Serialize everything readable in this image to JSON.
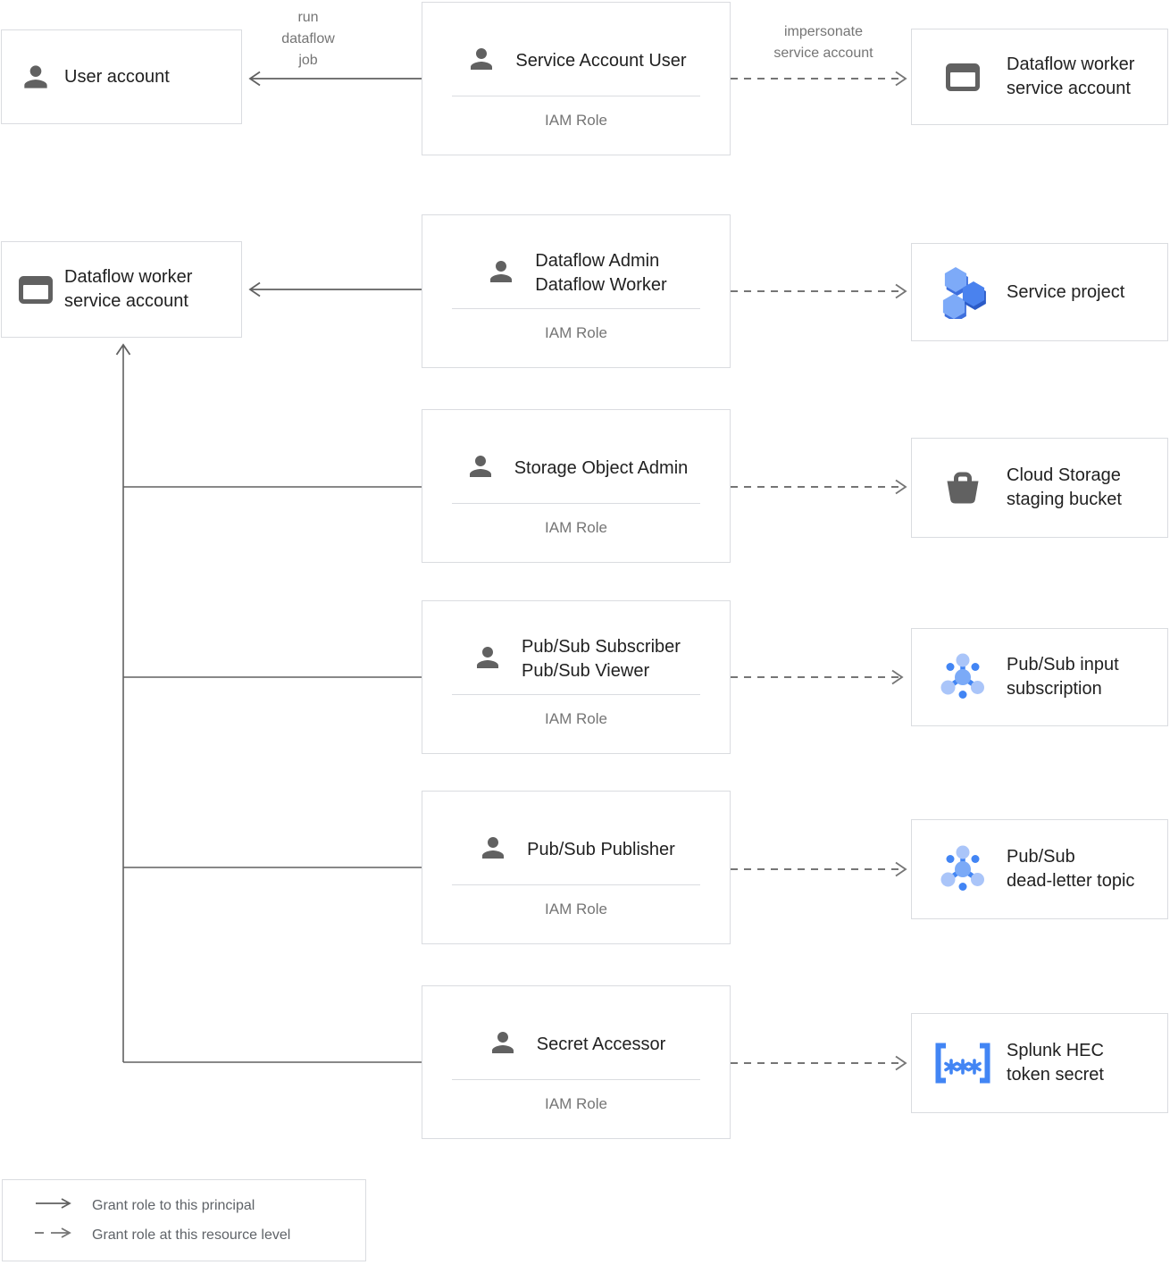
{
  "nodes": {
    "user_account": {
      "lines": [
        "User account",
        ""
      ]
    },
    "dataflow_worker_sa": {
      "lines": [
        "Dataflow worker",
        "service account"
      ]
    }
  },
  "roles": [
    {
      "lines": [
        "Service Account User",
        ""
      ],
      "sub": "IAM Role"
    },
    {
      "lines": [
        "Dataflow Admin",
        "Dataflow Worker"
      ],
      "sub": "IAM Role"
    },
    {
      "lines": [
        "Storage Object Admin",
        ""
      ],
      "sub": "IAM Role"
    },
    {
      "lines": [
        "Pub/Sub Subscriber",
        "Pub/Sub Viewer"
      ],
      "sub": "IAM Role"
    },
    {
      "lines": [
        "Pub/Sub Publisher",
        ""
      ],
      "sub": "IAM Role"
    },
    {
      "lines": [
        "Secret Accessor",
        ""
      ],
      "sub": "IAM Role"
    }
  ],
  "resources": [
    {
      "lines": [
        "Dataflow worker",
        "service account"
      ],
      "icon": "service-account-icon"
    },
    {
      "lines": [
        "Service project",
        ""
      ],
      "icon": "project-icon"
    },
    {
      "lines": [
        "Cloud Storage",
        "staging bucket"
      ],
      "icon": "bucket-icon"
    },
    {
      "lines": [
        "Pub/Sub input",
        "subscription"
      ],
      "icon": "pubsub-icon"
    },
    {
      "lines": [
        "Pub/Sub",
        "dead-letter topic"
      ],
      "icon": "pubsub-icon"
    },
    {
      "lines": [
        "Splunk HEC",
        "token secret"
      ],
      "icon": "secret-icon"
    }
  ],
  "edge_labels": {
    "run_dataflow_job": {
      "lines": [
        "run",
        "dataflow",
        "job"
      ]
    },
    "impersonate": {
      "lines": [
        "impersonate",
        "service account"
      ]
    }
  },
  "legend": {
    "solid": "Grant role to this principal",
    "dashed": "Grant role at this resource level"
  },
  "colors": {
    "accent_blue": "#4285f4",
    "light_blue": "#aac5f9",
    "mid_blue": "#7baaf7",
    "dark_blue_shade": "#2f62d2",
    "icon_gray": "#616161",
    "border_gray": "#dadce0",
    "text_dark": "#212121",
    "text_gray": "#757575"
  }
}
